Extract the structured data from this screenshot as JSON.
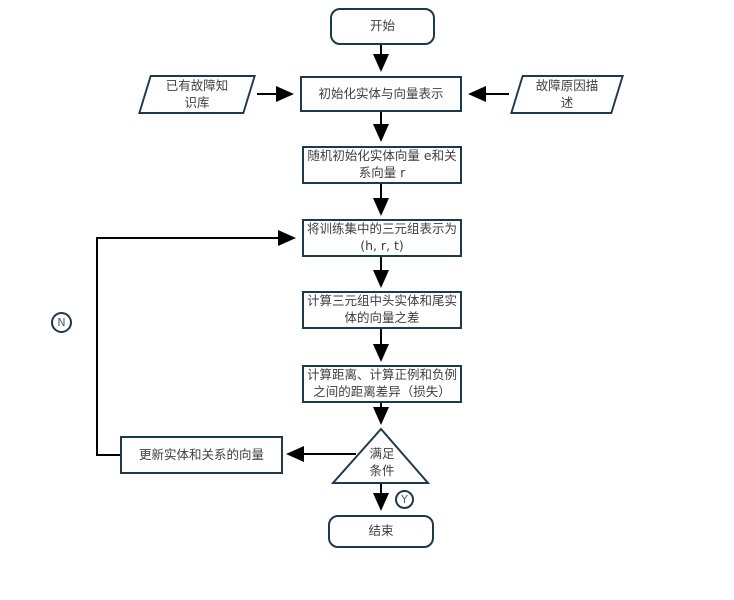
{
  "flowchart": {
    "nodes": {
      "start": "开始",
      "knowledge_base": "已有故障知识库",
      "init": "初始化实体与向量表示",
      "fault_cause": "故障原因描述",
      "random_init": "随机初始化实体向量 e和关系向量 r",
      "triples": "将训练集中的三元组表示为 (h, r, t)",
      "vector_diff": "计算三元组中头实体和尾实体的向量之差",
      "loss": "计算距离、计算正例和负例之间的距离差异（损失）",
      "decision": "满足条件",
      "update": "更新实体和关系的向量",
      "end": "结束"
    },
    "branch_labels": {
      "yes": "Y",
      "no": "N"
    },
    "colors": {
      "shape_border": "#1d3a4d",
      "connector": "#000000",
      "text": "#3f3f3f"
    }
  }
}
